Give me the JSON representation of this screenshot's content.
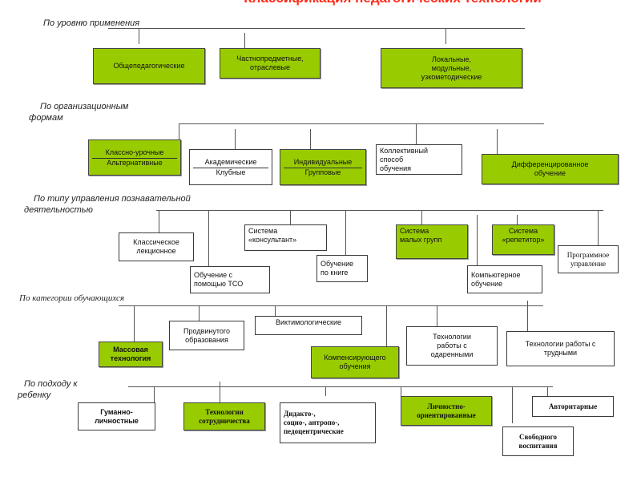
{
  "title": "Классификация педагогических технологий",
  "colors": {
    "title": "#ff2a1a",
    "green_box": "#99cc00"
  },
  "sections": [
    {
      "label": "По уровню применения",
      "items": [
        "Общепедагогические",
        "Частнопредметные,\nотраслевые",
        "Локальные,\nмодульные,\nузкометодические"
      ]
    },
    {
      "label": "По организационным формам",
      "items": [
        {
          "top": "Классно-урочные",
          "bottom": "Альтернативные"
        },
        {
          "top": "Академические",
          "bottom": "Клубные"
        },
        {
          "top": "Индивидуальные",
          "bottom": "Групповые"
        },
        "Коллективный\nспособ\nобучения",
        "Дифференцированное\nобучение"
      ]
    },
    {
      "label": "По типу управления познавательной деятельностью",
      "items": [
        "Классическое\nлекционное",
        "Обучение с\nпомощью ТСО",
        "Система\n«консультант»",
        "Обучение\nпо книге",
        "Система\nмалых групп",
        "Компьютерное\nобучение",
        "Система\n«репетитор»",
        "Программное\nуправление"
      ]
    },
    {
      "label": "По категории обучающихся",
      "items": [
        "Массовая\nтехнология",
        "Продвинутого\nобразования",
        "Виктимологические",
        "Компенсирующего обучения",
        "Технологии\nработы с\nодаренными",
        "Технологии работы с\nтрудными"
      ]
    },
    {
      "label": "По подходу к ребенку",
      "items": [
        "Гуманно-\nличностные",
        "Технологии\nсотрудничества",
        "Дидакто-,\nсоцио-, антропо-,\nпедоцентрические",
        "Личностно-\nориентированные",
        "Свободного\nвоспитания",
        "Авторитарные"
      ]
    }
  ]
}
